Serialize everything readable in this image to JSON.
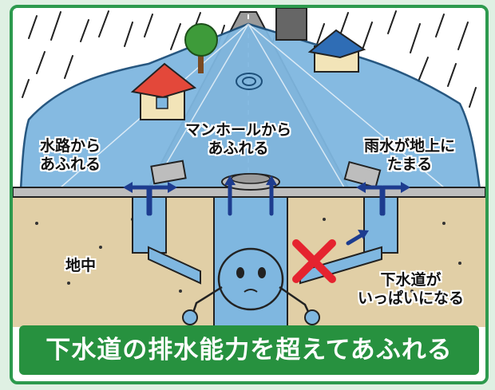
{
  "labels": {
    "waterway": "水路から\nあふれる",
    "manhole": "マンホールから\nあふれる",
    "rain": "雨水が地上に\nたまる",
    "underground": "地中",
    "sewer_full": "下水道が\nいっぱいになる"
  },
  "banner": {
    "text": "下水道の排水能力を超えてあふれる"
  },
  "colors": {
    "frame": "#2d9a4e",
    "banner": "#27913f",
    "water": "#7fb7e0",
    "ground": "#e1cfa6",
    "arrow": "#1d3c8f",
    "cross": "#e5232f"
  }
}
